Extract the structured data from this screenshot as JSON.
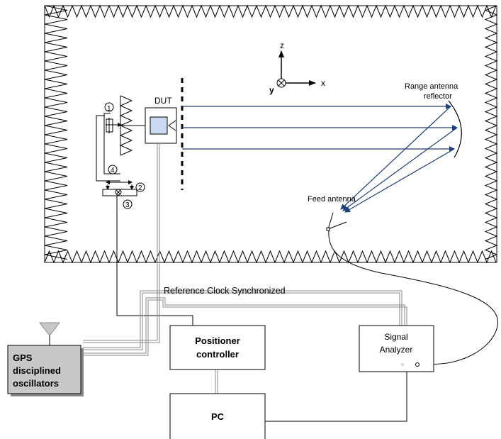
{
  "labels": {
    "dut": "DUT",
    "axis_z": "z",
    "axis_x": "x",
    "axis_y": "y",
    "range_reflector_line1": "Range antenna",
    "range_reflector_line2": "reflector",
    "feed_antenna": "Feed antenna",
    "ref_clock": "Reference Clock Synchronized",
    "positioner_line1": "Positioner",
    "positioner_line2": "controller",
    "signal_line1": "Signal",
    "signal_line2": "Analyzer",
    "gps_line1": "GPS",
    "gps_line2": "disciplined",
    "gps_line3": "oscillators",
    "pc": "PC",
    "marker_1": "1",
    "marker_2": "2",
    "marker_3": "3",
    "marker_4": "4"
  },
  "colors": {
    "ray": "#1f3f7a",
    "gps_fill": "#c8c8c8",
    "line": "#000000",
    "cable_gray": "#888888"
  }
}
